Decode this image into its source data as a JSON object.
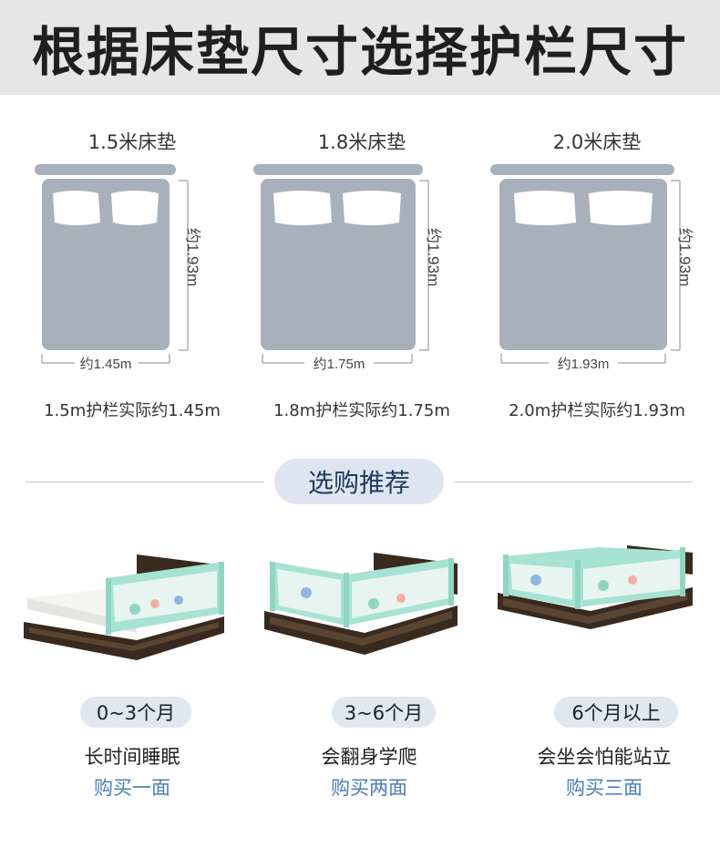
{
  "header": {
    "title": "根据床垫尺寸选择护栏尺寸"
  },
  "sizes": [
    {
      "title": "1.5米床垫",
      "height_label": "约1.93m",
      "width_label": "约1.45m",
      "caption": "1.5m护栏实际约1.45m"
    },
    {
      "title": "1.8米床垫",
      "height_label": "约1.93m",
      "width_label": "约1.75m",
      "caption": "1.8m护栏实际约1.75m"
    },
    {
      "title": "2.0米床垫",
      "height_label": "约1.93m",
      "width_label": "约1.93m",
      "caption": "2.0m护栏实际约1.93m"
    }
  ],
  "recommend": {
    "label": "选购推荐"
  },
  "ages": [
    {
      "age": "0~3个月",
      "desc": "长时间睡眠",
      "buy": "购买一面"
    },
    {
      "age": "3~6个月",
      "desc": "会翻身学爬",
      "buy": "购买两面"
    },
    {
      "age": "6个月以上",
      "desc": "会坐会怕能站立",
      "buy": "购买三面"
    }
  ],
  "colors": {
    "bed": "#a8b0bb",
    "pillow": "#ffffff",
    "guard": "#8fd6c2",
    "wood": "#3a2a1e",
    "accent": "#4a7fb8"
  }
}
